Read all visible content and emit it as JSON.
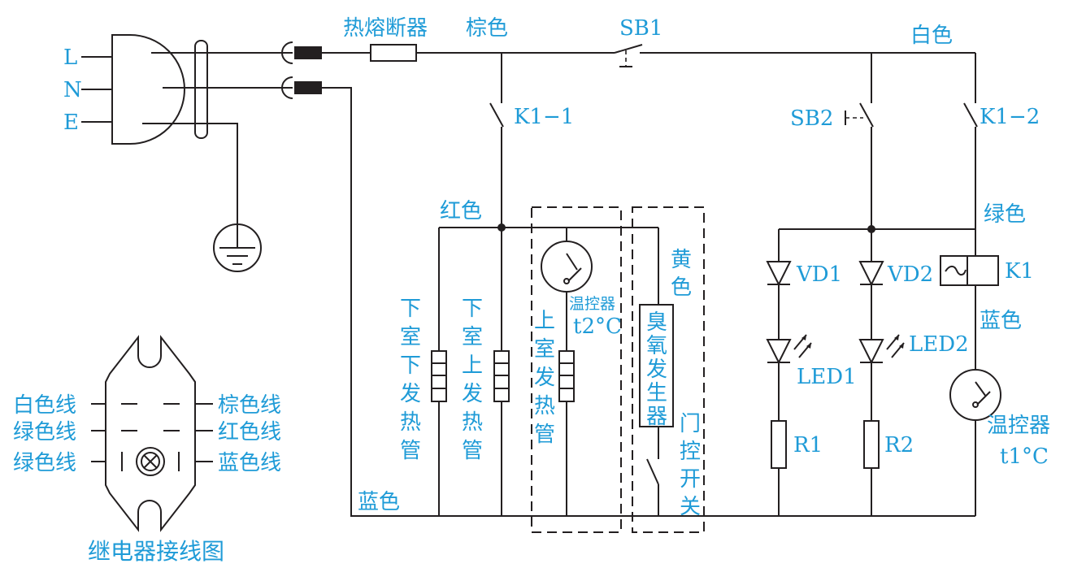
{
  "plug": {
    "l": "L",
    "n": "N",
    "e": "E"
  },
  "wires": {
    "brown": "棕色",
    "white": "白色",
    "red": "红色",
    "yellow": "黄色",
    "green": "绿色",
    "blue_left": "蓝色",
    "blue_right": "蓝色"
  },
  "components": {
    "fuse": "热熔断器",
    "sb1": "SB1",
    "sb2": "SB2",
    "k1_1": "K1−1",
    "k1_2": "K1−2",
    "k1_coil": "K1",
    "vd1": "VD1",
    "vd2": "VD2",
    "led1": "LED1",
    "led2": "LED2",
    "r1": "R1",
    "r2": "R2",
    "thermostat2_name": "温控器",
    "thermostat2_temp": "t2°C",
    "thermostat1_name": "温控器",
    "thermostat1_temp": "t1°C",
    "lower_lower_heater": [
      "下",
      "室",
      "下",
      "发",
      "热",
      "管"
    ],
    "lower_upper_heater": [
      "下",
      "室",
      "上",
      "发",
      "热",
      "管"
    ],
    "upper_heater": [
      "上",
      "室",
      "发",
      "热",
      "管"
    ],
    "ozone_generator": [
      "臭",
      "氧",
      "发",
      "生",
      "器"
    ],
    "door_switch": [
      "门",
      "控",
      "开",
      "关"
    ],
    "yellow_vertical": [
      "黄",
      "色"
    ]
  },
  "relay": {
    "title": "继电器接线图",
    "left": [
      "白色线",
      "绿色线",
      "绿色线"
    ],
    "right": [
      "棕色线",
      "红色线",
      "蓝色线"
    ]
  },
  "colors": {
    "wire": "#231f20",
    "label": "#1f9bd7"
  }
}
